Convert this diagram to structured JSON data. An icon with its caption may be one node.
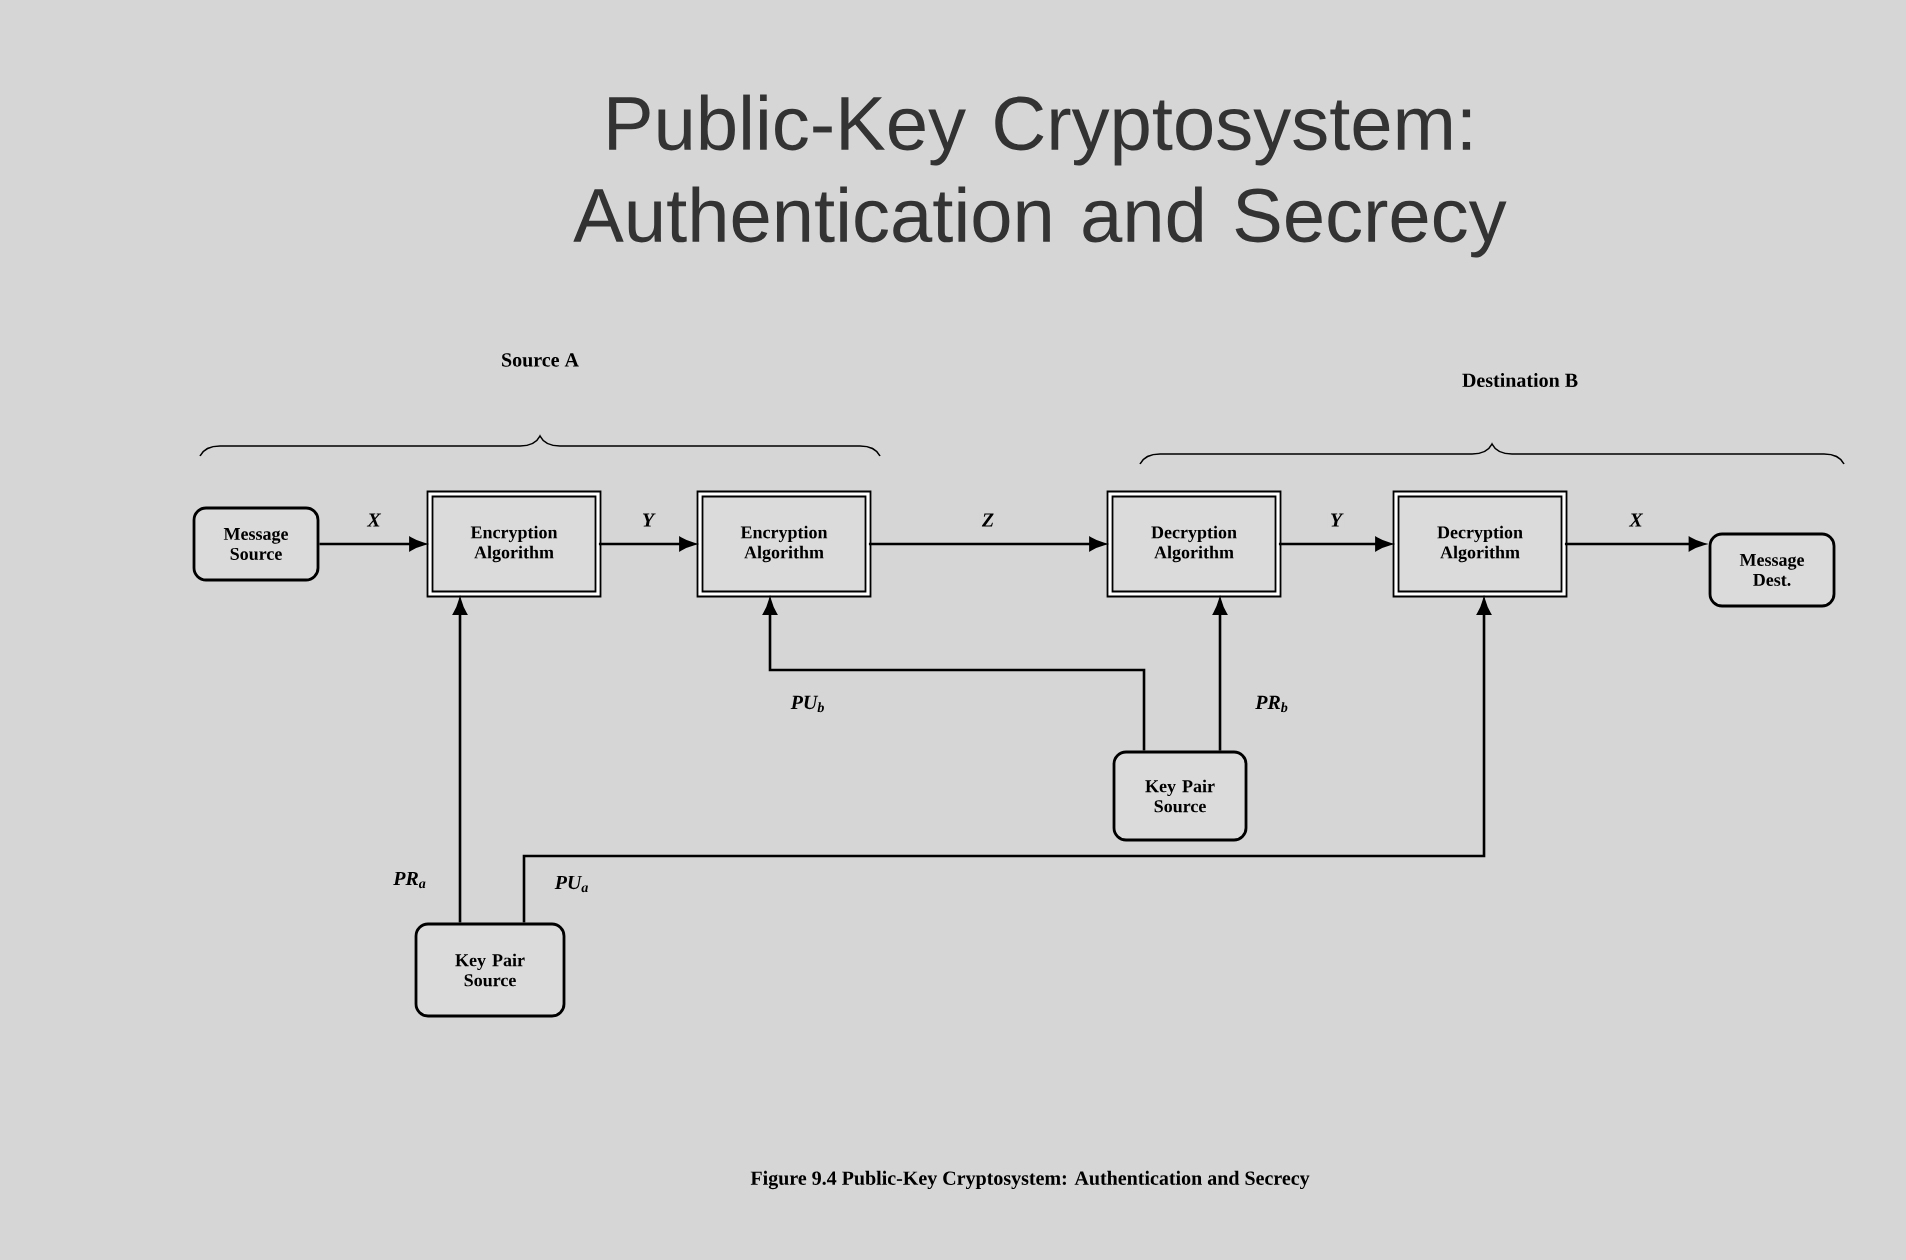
{
  "diagram": {
    "title": "Public-Key Cryptosystem: Authentication and Secrecy",
    "caption": "Figure 9.4 Public-Key Cryptosystem: Authentication and Secrecy",
    "nodes": [
      {
        "text": [
          "Message Source"
        ]
      },
      {
        "text": [
          "Encryption Algorithm"
        ]
      },
      {
        "text": [
          "Encryption Algorithm"
        ]
      },
      {
        "text": [
          "Decryption Algorithm"
        ]
      },
      {
        "text": [
          "Decryption Algorithm"
        ]
      },
      {
        "text": [
          "Message Dest."
        ]
      },
      {
        "text": [
          "Key Pair Source"
        ]
      },
      {
        "text": [
          "Key Pair Source"
        ]
      }
    ],
    "edges": [
      {
        "from": 0,
        "to": 1,
        "arrow": "to",
        "label": "X"
      },
      {
        "from": 1,
        "to": 2,
        "arrow": "to",
        "label": "Y"
      },
      {
        "from": 2,
        "to": 3,
        "arrow": "to",
        "label": "Z"
      },
      {
        "from": 3,
        "to": 4,
        "arrow": "to",
        "label": "Y"
      },
      {
        "from": 4,
        "to": 5,
        "arrow": "to",
        "label": "X"
      },
      {
        "from": 6,
        "to": 2,
        "arrow": "to",
        "label": "PU$_{b}$"
      },
      {
        "from": 6,
        "to": 3,
        "arrow": "to",
        "label": "PR$_{b}$"
      },
      {
        "from": 7,
        "to": 1,
        "arrow": "to",
        "label": "PR$_{a}$"
      },
      {
        "from": 7,
        "to": 4,
        "arrow": "to",
        "label": "PU$_{a}$"
      }
    ],
    "labels": [
      "Source A",
      "Destination B"
    ]
  }
}
